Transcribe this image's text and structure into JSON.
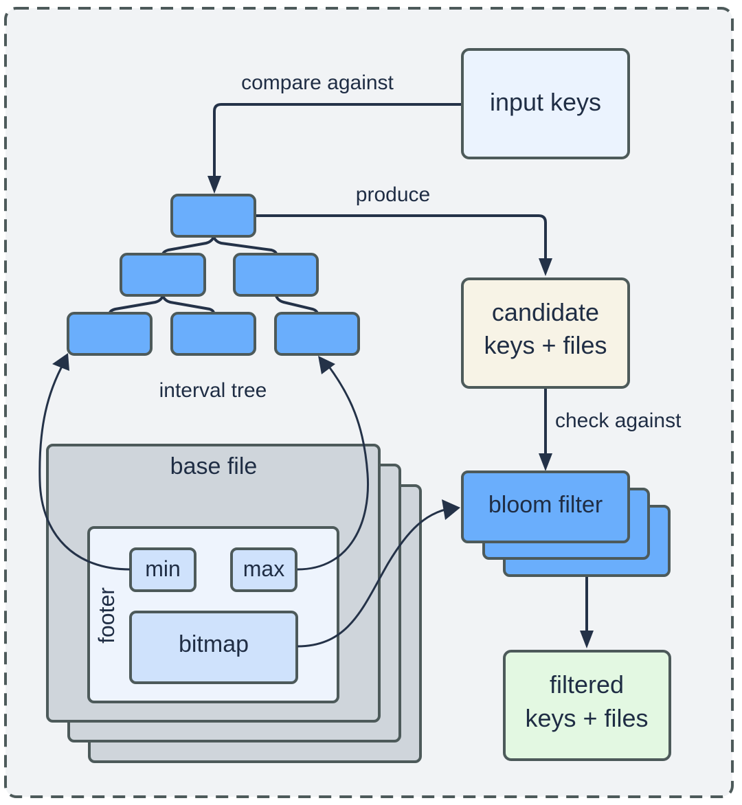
{
  "diagram": {
    "title": "interval tree + bloom filter key lookup",
    "colors": {
      "background": "#f1f3f5",
      "frame_border": "#4d5a5a",
      "edge": "#243248",
      "text": "#1f2d44",
      "tree_node": "#6aaefc",
      "input_keys_fill": "#ebf3fe",
      "candidate_fill": "#f7f3e6",
      "filtered_fill": "#e3f8e2",
      "base_file_fill": "#cfd5db",
      "footer_fill": "#eef4fd",
      "footer_item_fill": "#cfe2fc",
      "bloom_fill": "#6aaefc"
    },
    "nodes": {
      "input_keys": {
        "label": "input keys"
      },
      "candidate": {
        "line1": "candidate",
        "line2": "keys + files"
      },
      "bloom_filter": {
        "label": "bloom filter"
      },
      "filtered": {
        "line1": "filtered",
        "line2": "keys + files"
      },
      "base_file": {
        "label": "base file"
      },
      "footer": {
        "label": "footer"
      },
      "min": {
        "label": "min"
      },
      "max": {
        "label": "max"
      },
      "bitmap": {
        "label": "bitmap"
      },
      "interval_tree": {
        "label": "interval tree",
        "node_count": 6
      }
    },
    "edges": {
      "compare_against": "compare against",
      "produce": "produce",
      "check_against": "check against"
    }
  }
}
